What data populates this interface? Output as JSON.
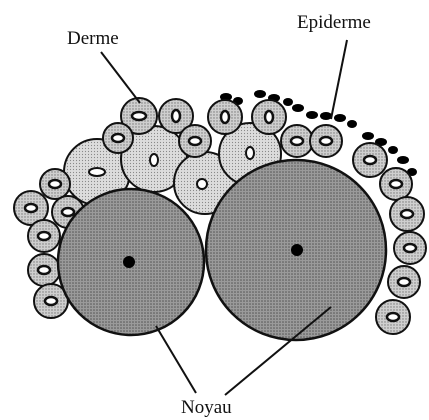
{
  "labels": {
    "derme": "Derme",
    "epiderme": "Epiderme",
    "noyau": "Noyau"
  },
  "colors": {
    "stroke": "#111111",
    "large_cell_fill": "#8f8f8f",
    "medium_cell_fill": "#cfcfcf",
    "small_cell_fill": "#bdbdbd",
    "nucleus_ring_fill": "#ffffff",
    "dark_nucleus": "#000000"
  }
}
